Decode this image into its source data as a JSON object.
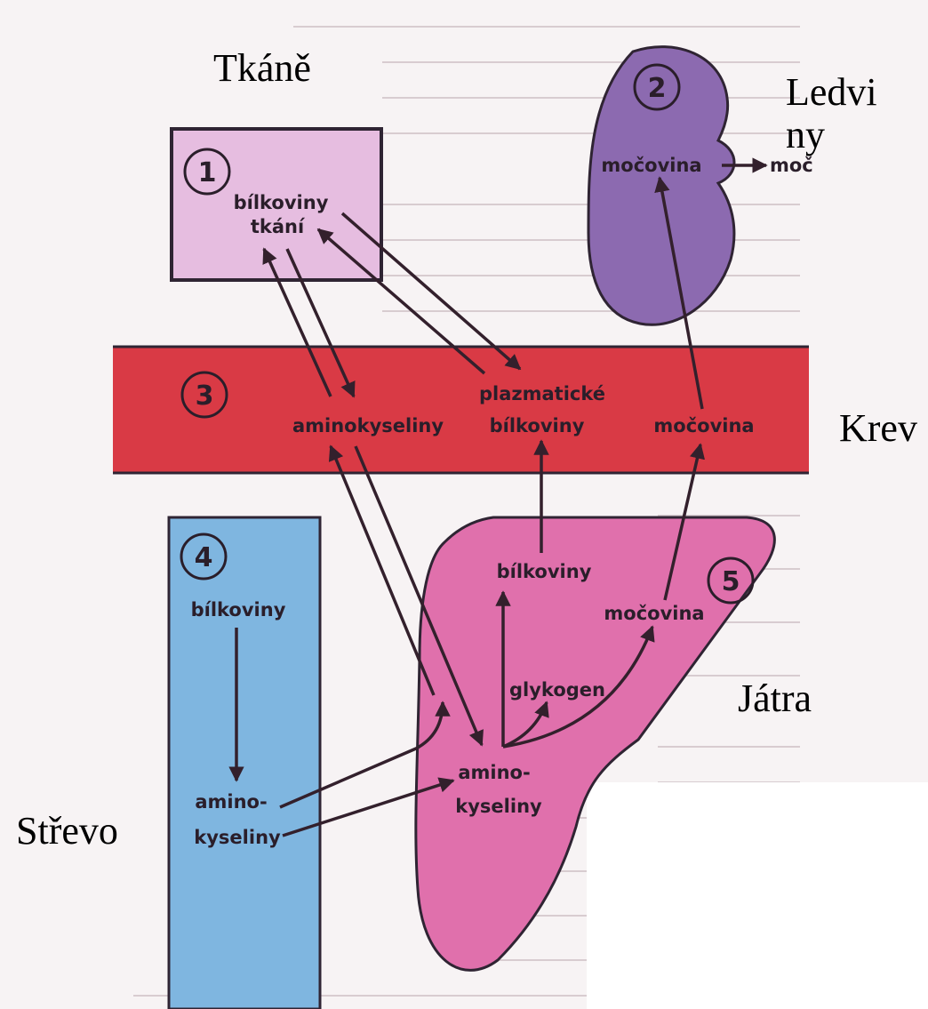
{
  "labels": {
    "tissues": "Tkáně",
    "kidneys_line1": "Ledvi",
    "kidneys_line2": "ny",
    "blood": "Krev",
    "liver": "Játra",
    "intestine": "Střevo"
  },
  "regions": {
    "tissue": {
      "number": "1",
      "text1": "bílkoviny",
      "text2": "tkání"
    },
    "kidney": {
      "number": "2",
      "text": "močovina",
      "text_out": "moč"
    },
    "blood": {
      "number": "3",
      "amino": "aminokyseliny",
      "plasma1": "plazmatické",
      "plasma2": "bílkoviny",
      "urea": "močovina"
    },
    "intestine": {
      "number": "4",
      "proteins": "bílkoviny",
      "amino1": "amino-",
      "amino2": "kyseliny"
    },
    "liver": {
      "number": "5",
      "proteins": "bílkoviny",
      "urea": "močovina",
      "glycogen": "glykogen",
      "amino1": "amino-",
      "amino2": "kyseliny"
    }
  },
  "colors": {
    "tissue": "#e6bde0",
    "kidney": "#8c6ab0",
    "blood": "#d93a45",
    "intestine": "#7fb6e0",
    "liver": "#e070ac",
    "arrow": "#33202c"
  }
}
